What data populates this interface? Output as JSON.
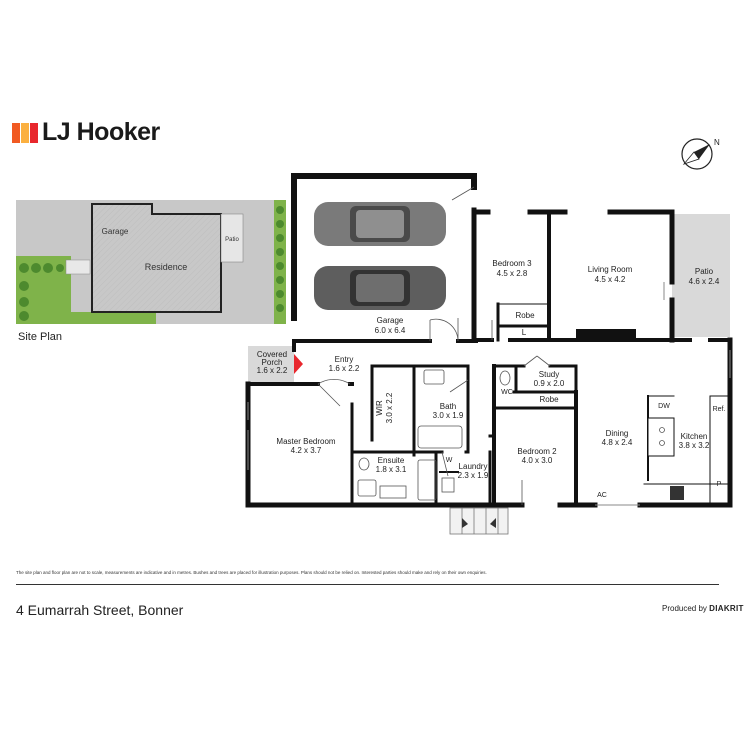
{
  "brand": {
    "name": "LJ Hooker",
    "colors": [
      "#f15a22",
      "#fbb040",
      "#e8272d"
    ]
  },
  "site_plan": {
    "label": "Site Plan",
    "garage": "Garage",
    "residence": "Residence",
    "patio": "Patio"
  },
  "rooms": {
    "garage": {
      "name": "Garage",
      "size": "6.0 x 6.4"
    },
    "bedroom3": {
      "name": "Bedroom 3",
      "size": "4.5 x 2.8"
    },
    "living": {
      "name": "Living Room",
      "size": "4.5 x 4.2"
    },
    "patio": {
      "name": "Patio",
      "size": "4.6 x 2.4"
    },
    "robe1": "Robe",
    "l": "L",
    "porch": {
      "name1": "Covered",
      "name2": "Porch",
      "size": "1.6 x 2.2"
    },
    "entry": {
      "name": "Entry",
      "size": "1.6 x 2.2"
    },
    "study": {
      "name": "Study",
      "size": "0.9 x 2.0"
    },
    "wc": "WC",
    "robe2": "Robe",
    "wir": {
      "name": "WIR",
      "size": "3.0 x 2.2"
    },
    "bath": {
      "name": "Bath",
      "size": "3.0 x 1.9"
    },
    "master": {
      "name": "Master Bedroom",
      "size": "4.2 x 3.7"
    },
    "ensuite": {
      "name": "Ensuite",
      "size": "1.8 x 3.1"
    },
    "w": "W",
    "laundry": {
      "name": "Laundry",
      "size": "2.3 x 1.9"
    },
    "bedroom2": {
      "name": "Bedroom 2",
      "size": "4.0 x 3.0"
    },
    "dining": {
      "name": "Dining",
      "size": "4.8 x 2.4"
    },
    "kitchen": {
      "name": "Kitchen",
      "size": "3.8 x 3.2"
    },
    "dw": "DW",
    "ref": "Ref.",
    "p": "P",
    "ac": "AC"
  },
  "compass": "N",
  "disclaimer": "The site plan and floor plan are not to scale, measurements are indicative and in metres. Bushes and trees are placed for illustration purposes. Plans should not be relied on. Interested parties should make and rely on their own enquiries.",
  "address": "4 Eumarrah Street, Bonner",
  "produced_by": {
    "prefix": "Produced by",
    "company": "DIAKRIT"
  }
}
